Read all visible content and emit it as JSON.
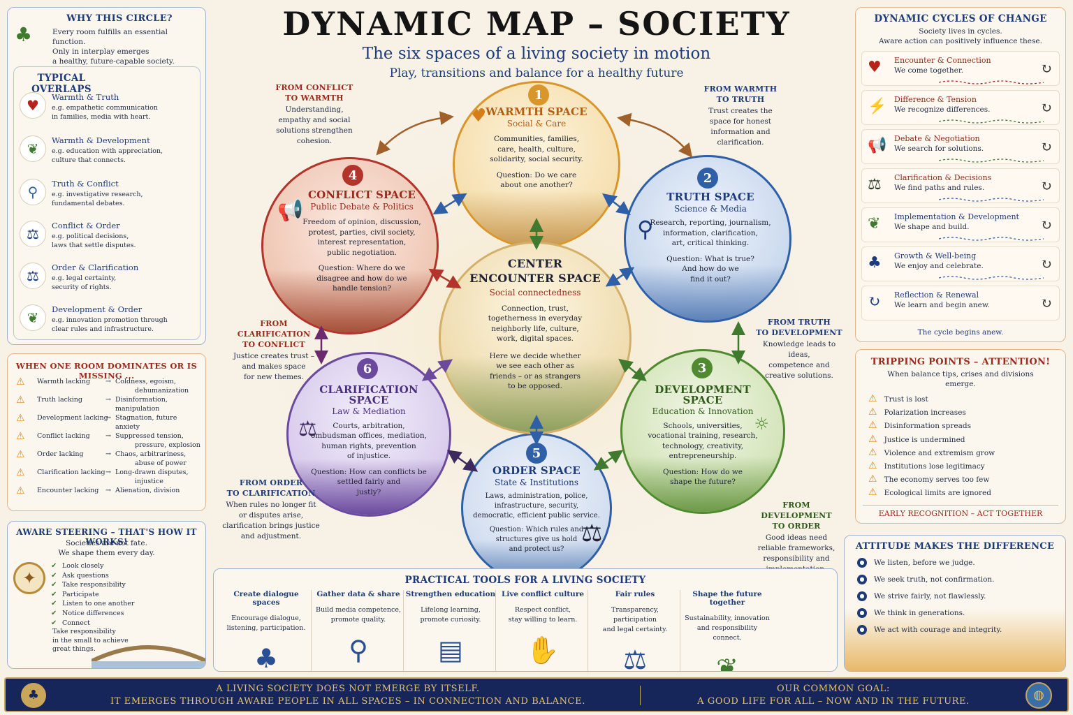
{
  "header": {
    "title": "DYNAMIC MAP – SOCIETY",
    "subtitle": "The six spaces of a living society in motion",
    "tagline": "Play, transitions and balance for a healthy future"
  },
  "why": {
    "title": "WHY THIS CIRCLE?",
    "lines": [
      "Every room fulfills an essential function.",
      "Only in interplay emerges",
      "a healthy, future-capable society."
    ]
  },
  "overlaps": {
    "title": "TYPICAL OVERLAPS",
    "items": [
      {
        "title": "Warmth & Truth",
        "line1": "e.g. empathetic communication",
        "line2": "in families, media with heart.",
        "icon": "heart-icon"
      },
      {
        "title": "Warmth & Development",
        "line1": "e.g. education with appreciation,",
        "line2": "culture that connects.",
        "icon": "leaf-icon"
      },
      {
        "title": "Truth & Conflict",
        "line1": "e.g. investigative research,",
        "line2": "fundamental debates.",
        "icon": "magnifier-icon"
      },
      {
        "title": "Conflict & Order",
        "line1": "e.g. political decisions,",
        "line2": "laws that settle disputes.",
        "icon": "scales-icon"
      },
      {
        "title": "Order & Clarification",
        "line1": "e.g. legal certainty,",
        "line2": "security of rights.",
        "icon": "scales-icon"
      },
      {
        "title": "Development & Order",
        "line1": "e.g. innovation promotion through",
        "line2": "clear rules and infrastructure.",
        "icon": "leaf-icon"
      }
    ]
  },
  "dominates": {
    "title": "WHEN ONE ROOM DOMINATES OR IS MISSING ...",
    "items": [
      {
        "left": "Warmth lacking",
        "right1": "Coldness, egoism,",
        "right2": "dehumanization"
      },
      {
        "left": "Truth lacking",
        "right1": "Disinformation, manipulation",
        "right2": ""
      },
      {
        "left": "Development lacking",
        "right1": "Stagnation, future anxiety",
        "right2": ""
      },
      {
        "left": "Conflict lacking",
        "right1": "Suppressed tension,",
        "right2": "pressure, explosion"
      },
      {
        "left": "Order lacking",
        "right1": "Chaos, arbitrariness,",
        "right2": "abuse of power"
      },
      {
        "left": "Clarification lacking",
        "right1": "Long-drawn disputes,",
        "right2": "injustice"
      },
      {
        "left": "Encounter lacking",
        "right1": "Alienation, division",
        "right2": ""
      }
    ]
  },
  "steering": {
    "title": "AWARE STEERING – THAT'S HOW IT WORKS!",
    "line1": "Societies are not fate.",
    "line2": "We shape them every day.",
    "items": [
      "Look closely",
      "Ask questions",
      "Take responsibility",
      "Participate",
      "Listen to one another",
      "Notice differences",
      "Connect"
    ],
    "closing": [
      "Take responsibility",
      "in the small to achieve",
      "great things."
    ]
  },
  "spaces": {
    "warmth": {
      "num": "1",
      "title": "WARMTH SPACE",
      "sub": "Social & Care",
      "body": [
        "Communities, families,",
        "care, health, culture,",
        "solidarity, social security."
      ],
      "q": [
        "Question: Do we care",
        "about one another?"
      ]
    },
    "truth": {
      "num": "2",
      "title": "TRUTH SPACE",
      "sub": "Science & Media",
      "body": [
        "Research, reporting, journalism,",
        "information, clarification,",
        "art, critical thinking."
      ],
      "q": [
        "Question: What is true?",
        "And how do we",
        "find it out?"
      ]
    },
    "development": {
      "num": "3",
      "title": "DEVELOPMENT SPACE",
      "sub": "Education & Innovation",
      "body": [
        "Schools, universities,",
        "vocational training, research,",
        "technology, creativity,",
        "entrepreneurship."
      ],
      "q": [
        "Question: How do we",
        "shape the future?"
      ]
    },
    "conflict": {
      "num": "4",
      "title": "CONFLICT SPACE",
      "sub": "Public Debate & Politics",
      "body": [
        "Freedom of opinion, discussion,",
        "protest, parties, civil society,",
        "interest representation,",
        "public negotiation."
      ],
      "q": [
        "Question: Where do we",
        "disagree and how do we",
        "handle tension?"
      ]
    },
    "order": {
      "num": "5",
      "title": "ORDER SPACE",
      "sub": "State & Institutions",
      "body": [
        "Laws, administration, police,",
        "infrastructure, security,",
        "democratic, efficient public service."
      ],
      "q": [
        "Question: Which rules and",
        "structures give us hold",
        "and protect us?"
      ]
    },
    "clarification": {
      "num": "6",
      "title": "CLARIFICATION SPACE",
      "sub": "Law & Mediation",
      "body": [
        "Courts, arbitration,",
        "ombudsman offices, mediation,",
        "human rights, prevention",
        "of injustice."
      ],
      "q": [
        "Question: How can conflicts be",
        "settled fairly and",
        "justly?"
      ]
    },
    "center": {
      "title1": "CENTER",
      "title2": "ENCOUNTER SPACE",
      "sub": "Social connectedness",
      "body": [
        "Connection, trust,",
        "togetherness in everyday",
        "neighborly life, culture,",
        "work, digital spaces."
      ],
      "q": [
        "Here we decide whether",
        "we see each other as",
        "friends – or as strangers",
        "to be opposed."
      ]
    }
  },
  "transitions": {
    "conflict_warmth": {
      "h": [
        "FROM CONFLICT",
        "TO WARMTH"
      ],
      "b": [
        "Understanding,",
        "empathy and social",
        "solutions strengthen",
        "cohesion."
      ]
    },
    "warmth_truth": {
      "h": [
        "FROM WARMTH",
        "TO TRUTH"
      ],
      "b": [
        "Trust creates the",
        "space for honest",
        "information and",
        "clarification."
      ]
    },
    "clar_conflict": {
      "h": [
        "FROM CLARIFICATION",
        "TO CONFLICT"
      ],
      "b": [
        "Justice creates trust –",
        "and makes space",
        "for new themes."
      ]
    },
    "truth_dev": {
      "h": [
        "FROM TRUTH",
        "TO DEVELOPMENT"
      ],
      "b": [
        "Knowledge leads to ideas,",
        "competence and",
        "creative solutions."
      ]
    },
    "order_clar": {
      "h": [
        "FROM ORDER",
        "TO CLARIFICATION"
      ],
      "b": [
        "When rules no longer fit",
        "or disputes arise,",
        "clarification brings justice",
        "and adjustment."
      ]
    },
    "dev_order": {
      "h": [
        "FROM DEVELOPMENT",
        "TO ORDER"
      ],
      "b": [
        "Good ideas need",
        "reliable frameworks,",
        "responsibility and",
        "implementation."
      ]
    }
  },
  "tools": {
    "title": "PRACTICAL TOOLS FOR A LIVING SOCIETY",
    "items": [
      {
        "h": "Create dialogue spaces",
        "b1": "Encourage dialogue,",
        "b2": "listening, participation.",
        "b3": "",
        "icon": "people-icon"
      },
      {
        "h": "Gather data & share",
        "b1": "Build media competence,",
        "b2": "promote quality.",
        "b3": "",
        "icon": "magnifier-icon"
      },
      {
        "h": "Strengthen education",
        "b1": "Lifelong learning,",
        "b2": "promote curiosity.",
        "b3": "",
        "icon": "book-icon"
      },
      {
        "h": "Live conflict culture",
        "b1": "Respect conflict,",
        "b2": "stay willing to learn.",
        "b3": "",
        "icon": "handshake-icon"
      },
      {
        "h": "Fair rules",
        "b1": "Transparency, participation",
        "b2": "and legal certainty.",
        "b3": "",
        "icon": "scales-icon"
      },
      {
        "h": "Shape the future together",
        "b1": "Sustainability, innovation",
        "b2": "and responsibility",
        "b3": "connect.",
        "icon": "sprout-icon"
      }
    ]
  },
  "cycles": {
    "title": "DYNAMIC CYCLES OF CHANGE",
    "line1": "Society lives in cycles.",
    "line2": "Aware action can positively influence these.",
    "items": [
      {
        "t1": "Encounter & Connection",
        "t2": "We come together.",
        "icon": "heart-icon"
      },
      {
        "t1": "Difference & Tension",
        "t2": "We recognize differences.",
        "icon": "lightning-icon"
      },
      {
        "t1": "Debate & Negotiation",
        "t2": "We search for solutions.",
        "icon": "megaphone-icon"
      },
      {
        "t1": "Clarification & Decisions",
        "t2": "We find paths and rules.",
        "icon": "scales-icon"
      },
      {
        "t1": "Implementation & Development",
        "t2": "We shape and build.",
        "icon": "leaf-icon"
      },
      {
        "t1": "Growth & Well-being",
        "t2": "We enjoy and celebrate.",
        "icon": "people-icon"
      },
      {
        "t1": "Reflection & Renewal",
        "t2": "We learn and begin anew.",
        "icon": "cycle-icon"
      }
    ],
    "closing": "The cycle begins anew."
  },
  "tipping": {
    "title": "TRIPPING POINTS – ATTENTION!",
    "line1": "When balance tips, crises and divisions",
    "line2": "emerge.",
    "items": [
      "Trust is lost",
      "Polarization increases",
      "Disinformation spreads",
      "Justice is undermined",
      "Violence and extremism grow",
      "Institutions lose legitimacy",
      "The economy serves too few",
      "Ecological limits are ignored"
    ],
    "closing": "EARLY RECOGNITION – ACT TOGETHER"
  },
  "attitude": {
    "title": "ATTITUDE MAKES THE DIFFERENCE",
    "items": [
      "We listen, before we judge.",
      "We seek truth, not confirmation.",
      "We strive fairly, not flawlessly.",
      "We think in generations.",
      "We act with courage and integrity."
    ]
  },
  "footer": {
    "left1": "A LIVING SOCIETY DOES NOT EMERGE BY ITSELF.",
    "left2": "IT EMERGES THROUGH AWARE PEOPLE IN ALL SPACES – IN CONNECTION AND BALANCE.",
    "right1": "OUR COMMON GOAL:",
    "right2": "A GOOD LIFE FOR ALL – NOW AND IN THE FUTURE."
  },
  "colors": {
    "warmth": "#d9962a",
    "truth": "#2f5fa6",
    "development": "#4f8a2f",
    "conflict": "#b2342a",
    "order": "#2f5fa6",
    "clarification": "#6b4a9e",
    "navy": "#1d3a7a",
    "footer": "#16265a",
    "gold": "#e6c36a"
  }
}
